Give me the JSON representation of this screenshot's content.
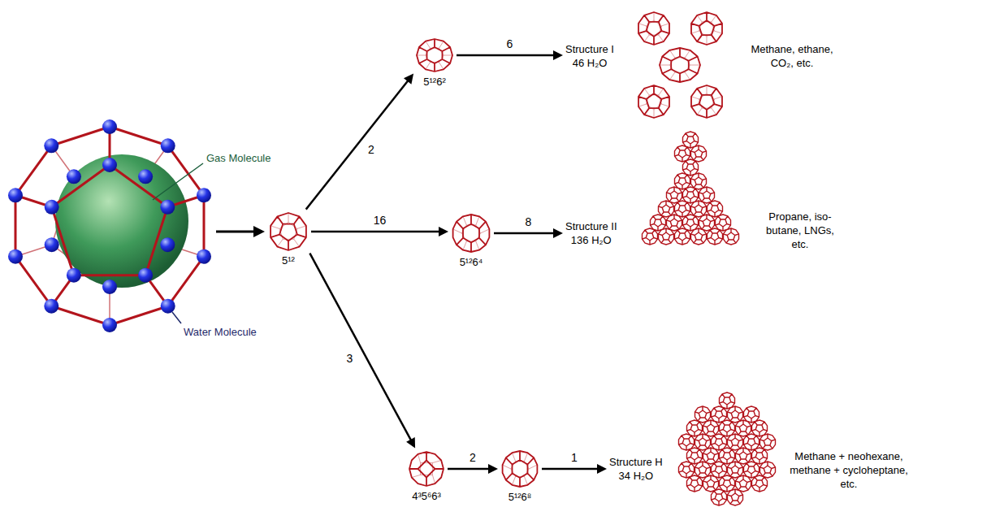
{
  "diagram": {
    "nodes": [
      {
        "text": [
          "5¹²"
        ]
      },
      {
        "text": [
          "5¹²6²"
        ]
      },
      {
        "text": [
          "Structure I",
          "46 H₂O"
        ]
      },
      {
        "text": [
          "5¹²6⁴"
        ]
      },
      {
        "text": [
          "Structure II",
          "136 H₂O"
        ]
      },
      {
        "text": [
          "4³5⁶6³"
        ]
      },
      {
        "text": [
          "5¹²6⁸"
        ]
      },
      {
        "text": [
          "Structure H",
          "34 H₂O"
        ]
      }
    ],
    "edges": [
      {
        "from": 0,
        "to": 1,
        "arrow": "to",
        "label": "2"
      },
      {
        "from": 1,
        "to": 2,
        "arrow": "to",
        "label": "6"
      },
      {
        "from": 0,
        "to": 3,
        "arrow": "to",
        "label": "16"
      },
      {
        "from": 3,
        "to": 4,
        "arrow": "to",
        "label": "8"
      },
      {
        "from": 0,
        "to": 5,
        "arrow": "to",
        "label": "3"
      },
      {
        "from": 5,
        "to": 6,
        "arrow": "to",
        "label": "2"
      },
      {
        "from": 6,
        "to": 7,
        "arrow": "to",
        "label": "1"
      }
    ],
    "labels": [
      "Gas Molecule",
      "Water Molecule",
      "Methane, ethane, CO₂, etc.",
      "Propane, iso-butane, LNGs, etc.",
      "Methane + neohexane, methane + cycloheptane, etc."
    ]
  }
}
